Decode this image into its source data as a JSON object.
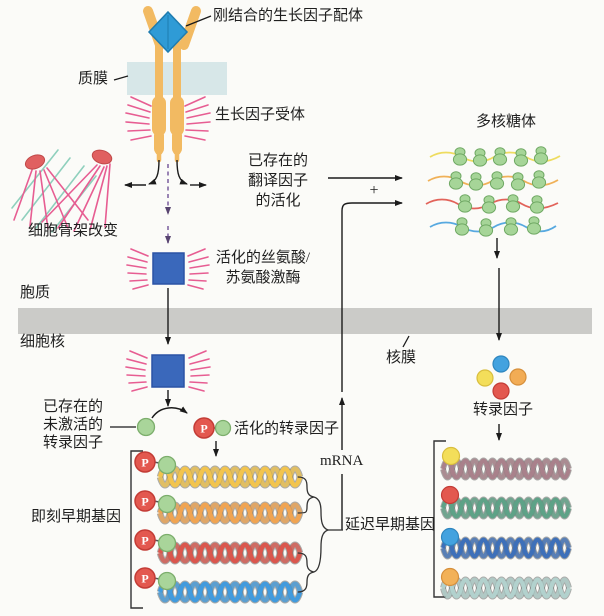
{
  "diagram": {
    "top": {
      "ligand_label": "刚结合的生长因子配体",
      "plasma_membrane_label": "质膜",
      "receptor_label": "生长因子受体"
    },
    "center": {
      "translation_lines": [
        "已存在的",
        "翻译因子",
        "的活化"
      ],
      "kinase_lines": [
        "活化的丝氨酸/",
        "苏氨酸激酶"
      ],
      "active_tf_label": "活化的转录因子",
      "mrna_label": "mRNA",
      "delayed_early_label": "延迟早期基因",
      "plus": "+",
      "phosphate": "P"
    },
    "left": {
      "cytoskeleton_label": "细胞骨架改变",
      "cytoplasm_label": "胞质",
      "nucleus_label": "细胞核",
      "inactive_tf_lines": [
        "已存在的",
        "未激活的",
        "转录因子"
      ],
      "immediate_early_label": "即刻早期基因"
    },
    "right": {
      "polyribosome_label": "多核糖体",
      "nuclear_membrane_label": "核膜",
      "transcription_factors_label": "转录因子"
    },
    "colors": {
      "receptor": "#F2BA62",
      "ligand_diamond": "#2F9BD6",
      "plasma_membrane": "#D7E7E8",
      "signal_rays": "#E75D92",
      "kinase_square": "#3A68BB",
      "nuclear_membrane_band": "#CBCBC8",
      "tf_green": "#A9D59A",
      "phosphate_red": "#E3584F",
      "ribosome_green": "#A6D598",
      "mrna_waves": [
        "#EEDC5F",
        "#F0B158",
        "#E2635A",
        "#57A9E0"
      ],
      "immediate_early_helices": [
        "#F2C44E",
        "#F0A452",
        "#DA574E",
        "#429BDD"
      ],
      "delayed_early_helices": [
        "#A9818B",
        "#5EA287",
        "#3E70B9",
        "#B2D1CD"
      ],
      "delayed_early_circles": [
        "#F3DE5A",
        "#E3584F",
        "#43A2DF",
        "#F2B158"
      ],
      "tf_cluster_circles": [
        "#43A2DF",
        "#F3DE5A",
        "#F2AC55",
        "#E3584F"
      ]
    }
  }
}
